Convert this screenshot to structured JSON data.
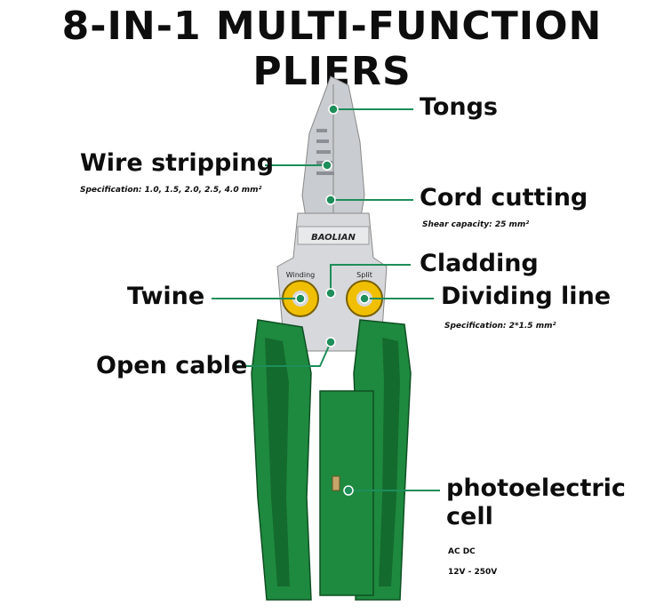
{
  "title": "8-IN-1 MULTI-FUNCTION PLIERS",
  "brand": "BAOLIAN",
  "colors": {
    "handle": "#1e8a3f",
    "handle_dark": "#146b2e",
    "steel": "#c9ccd0",
    "accent": "#1e8e5a",
    "coil": "#f0c000"
  },
  "labels": {
    "tongs": "Tongs",
    "wire_stripping": "Wire stripping",
    "wire_spec": "Specification: 1.0, 1.5, 2.0, 2.5, 4.0 mm²",
    "cord_cutting": "Cord cutting",
    "shear": "Shear capacity: 25 mm²",
    "cladding": "Cladding",
    "twine": "Twine",
    "dividing": "Dividing line",
    "dividing_spec": "Specification: 2*1.5 mm²",
    "open_cable": "Open cable",
    "photo_1": "photoelectric",
    "photo_2": "cell",
    "acdc": "AC DC",
    "voltage": "12V - 250V"
  },
  "plier_tags": {
    "winding": "Winding",
    "split": "Split"
  }
}
